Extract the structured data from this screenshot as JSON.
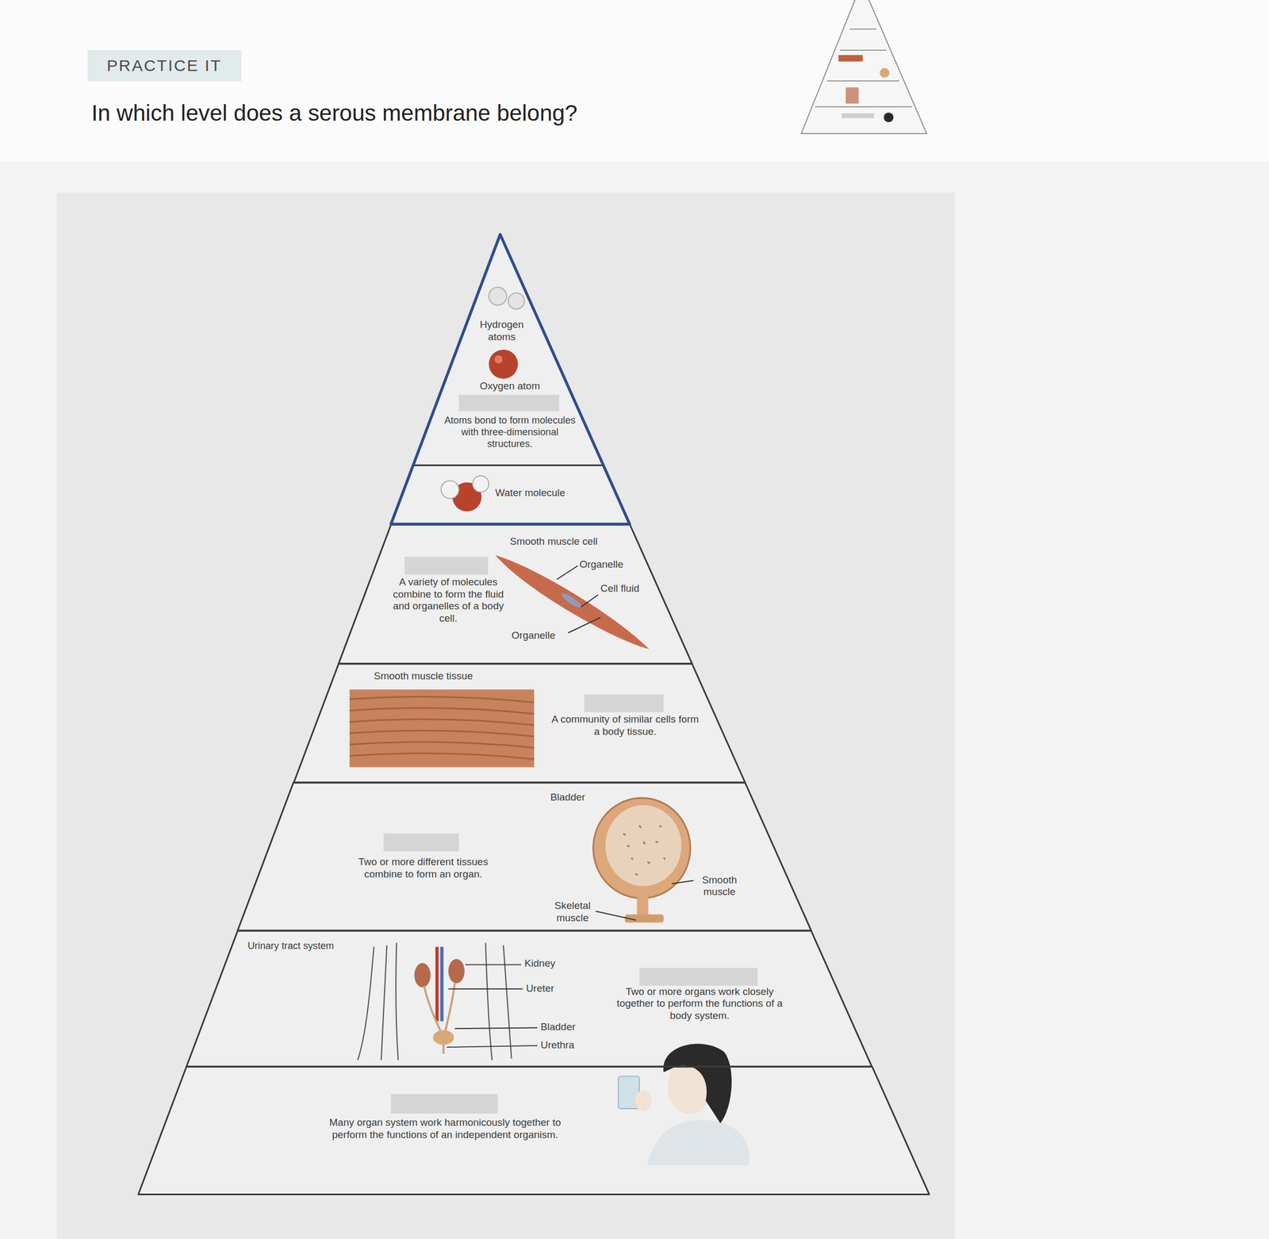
{
  "diagram": {
    "title": "In which level does a serous membrane belong?",
    "nodes": [
      {
        "text": [
          "PRACTICE IT"
        ]
      },
      {
        "text": [
          "Hydrogen atoms",
          "Oxygen atom",
          "Atoms bond to form molecules with three-dimensional structures.",
          "Water molecule"
        ]
      },
      {
        "text": [
          "Smooth muscle cell",
          "Organelle",
          "Cell fluid",
          "Organelle",
          "A variety of molecules combine to form the fluid and organelles of a body cell."
        ]
      },
      {
        "text": [
          "Smooth muscle tissue",
          "A community of similar cells form a body tissue."
        ]
      },
      {
        "text": [
          "Bladder",
          "Two or more different tissues combine to form an organ.",
          "Smooth muscle",
          "Skeletal muscle"
        ]
      },
      {
        "text": [
          "Urinary tract system",
          "Kidney",
          "Ureter",
          "Bladder",
          "Urethra",
          "Two or more organs work closely together to perform the functions of a body system."
        ]
      },
      {
        "text": [
          "Many organ system work harmonicously together to perform the functions of an independent organism."
        ]
      }
    ]
  }
}
